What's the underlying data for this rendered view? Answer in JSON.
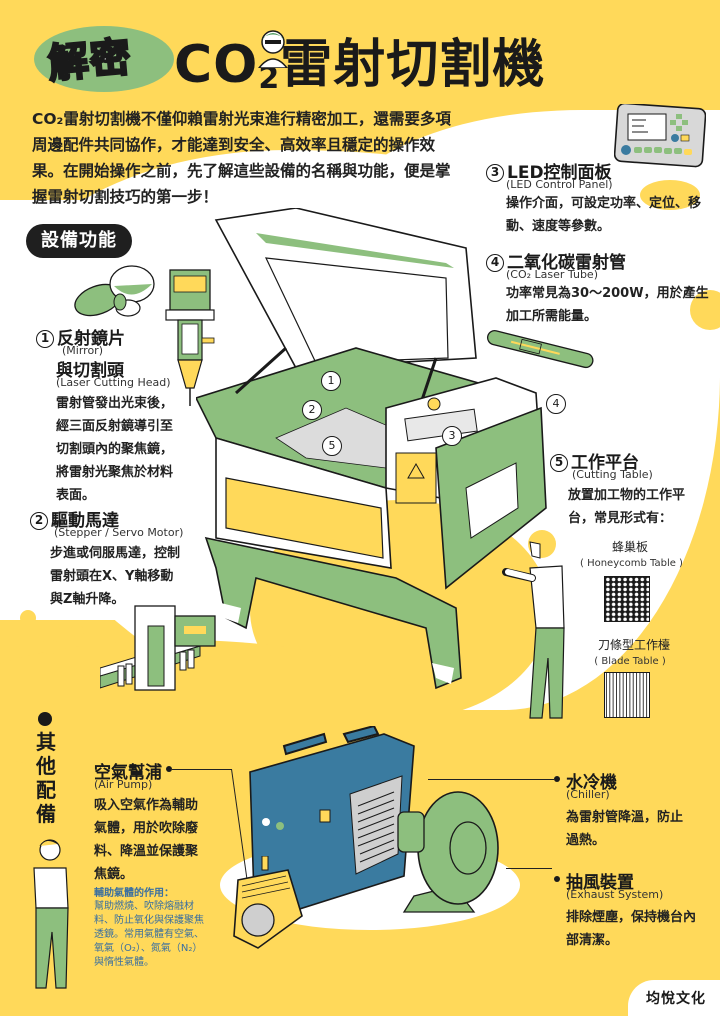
{
  "header": {
    "badge": "解密",
    "title_prefix": "CO",
    "title_sub": "2",
    "title_suffix": "雷射切割機"
  },
  "intro": {
    "text": "CO₂雷射切割機不僅仰賴雷射光束進行精密加工，還需要多項周邊配件共同協作，才能達到安全、高效率且穩定的操作效果。在開始操作之前，先了解這些設備的名稱與功能，便是掌握雷射切割技巧的第一步！"
  },
  "section": {
    "label": "設備功能"
  },
  "items": [
    {
      "num": "1",
      "title": "反射鏡片",
      "en": "(Mirror)",
      "title2": "與切割頭",
      "en2": "(Laser Cutting Head)",
      "desc": "雷射管發出光束後，經三面反射鏡導引至切割頭內的聚焦鏡，將雷射光聚焦於材料表面。"
    },
    {
      "num": "2",
      "title": "驅動馬達",
      "en": "(Stepper / Servo Motor)",
      "desc": "步進或伺服馬達，控制雷射頭在X、Y軸移動與Z軸升降。"
    },
    {
      "num": "3",
      "title": "LED控制面板",
      "en": "(LED Control Panel)",
      "desc": "操作介面，可設定功率、定位、移動、速度等參數。"
    },
    {
      "num": "4",
      "title": "二氧化碳雷射管",
      "en": "(CO₂ Laser Tube)",
      "desc": "功率常見為30～200W，用於產生加工所需能量。"
    },
    {
      "num": "5",
      "title": "工作平台",
      "en": "(Cutting Table)",
      "desc": "放置加工物的工作平台，常見形式有："
    }
  ],
  "tables": [
    {
      "label": "蜂巢板",
      "en": "( Honeycomb Table )",
      "pattern": "honeycomb"
    },
    {
      "label": "刀條型工作檯",
      "en": "( Blade Table )",
      "pattern": "blade"
    }
  ],
  "machine_tags": [
    "1",
    "2",
    "3",
    "4",
    "5"
  ],
  "other": {
    "title": "其他配備",
    "items": [
      {
        "title": "空氣幫浦",
        "en": "(Air Pump)",
        "desc": "吸入空氣作為輔助氣體，用於吹除廢料、降溫並保護聚焦鏡。"
      },
      {
        "title": "水冷機",
        "en": "(Chiller)",
        "desc": "為雷射管降溫，防止過熱。"
      },
      {
        "title": "抽風裝置",
        "en": "(Exhaust System)",
        "desc": "排除煙塵，保持機台內部清潔。"
      }
    ],
    "aux_title": "輔助氣體的作用：",
    "aux_body": "幫助燃燒、吹除熔融材料、防止氧化與保護聚焦透鏡。常用氣體有空氣、氧氣（O₂）、氮氣（N₂）與惰性氣體。"
  },
  "publisher": "均悅文化",
  "colors": {
    "background_yellow": "#FFD95A",
    "machine_green": "#8DBF7E",
    "chiller_blue": "#3A7BA0",
    "ink": "#1A1A1A",
    "aux_text_blue": "#3A6FA0"
  }
}
